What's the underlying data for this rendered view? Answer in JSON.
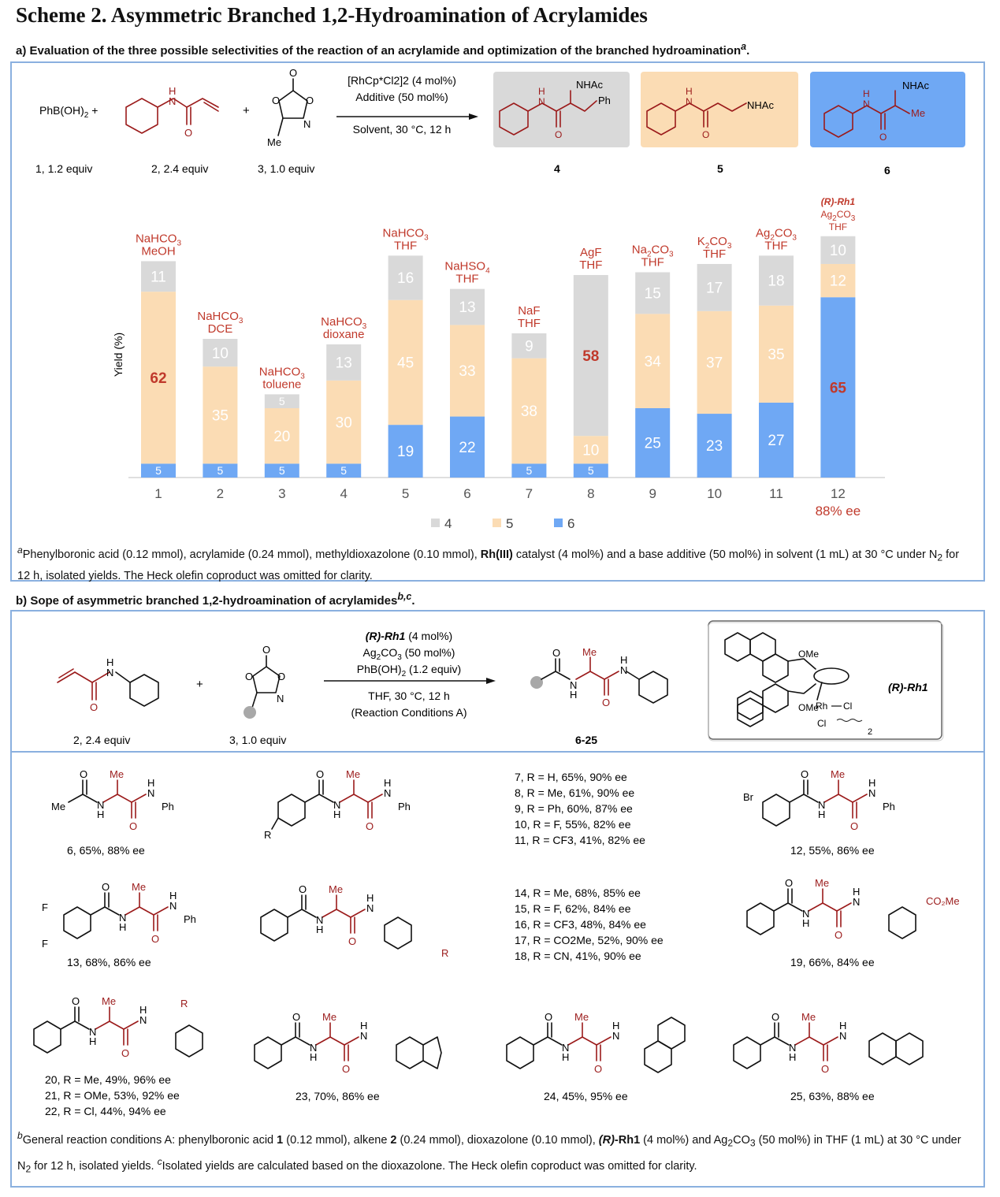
{
  "title": "Scheme 2. Asymmetric Branched 1,2-Hydroamination of Acrylamides",
  "section_a": {
    "label": "a) Evaluation of the three possible selectivities of the reaction of an acrylamide and optimization of the branched hydroamination",
    "sup": "a",
    "reagent1": "PhB(OH)2 +",
    "reagent1_label": "1, 1.2 equiv",
    "reagent2_label": "2, 2.4 equiv",
    "reagent3_label": "3, 1.0 equiv",
    "conditions": [
      "[RhCp*Cl2]2 (4 mol%)",
      "Additive (50 mol%)",
      "Solvent, 30 °C, 12 h"
    ],
    "product_labels": [
      "4",
      "5",
      "6"
    ],
    "footnote": "aPhenylboronic acid (0.12 mmol), acrylamide (0.24 mmol), methyldioxazolone (0.10 mmol), Rh(III) catalyst (4 mol%) and a base additive (50 mol%) in solvent (1 mL) at 30 °C under N2 for 12 h, isolated yields. The Heck olefin coproduct was omitted for clarity."
  },
  "chart_data": {
    "type": "bar",
    "stacked": true,
    "ylabel": "Yield (%)",
    "categories": [
      "1",
      "2",
      "3",
      "4",
      "5",
      "6",
      "7",
      "8",
      "9",
      "10",
      "11",
      "12"
    ],
    "category_notes": [
      "",
      "",
      "",
      "",
      "",
      "",
      "",
      "",
      "",
      "",
      "",
      "88% ee"
    ],
    "conditions": [
      [
        "NaHCO3",
        "MeOH"
      ],
      [
        "NaHCO3",
        "DCE"
      ],
      [
        "NaHCO3",
        "toluene"
      ],
      [
        "NaHCO3",
        "dioxane"
      ],
      [
        "NaHCO3",
        "THF"
      ],
      [
        "NaHSO4",
        "THF"
      ],
      [
        "NaF",
        "THF"
      ],
      [
        "AgF",
        "THF"
      ],
      [
        "Na2CO3",
        "THF"
      ],
      [
        "K2CO3",
        "THF"
      ],
      [
        "Ag2CO3",
        "THF"
      ],
      [
        "(R)-Rh1",
        "Ag2CO3",
        "THF"
      ]
    ],
    "series": [
      {
        "name": "6",
        "color": "#6fa8f4",
        "values": [
          5,
          5,
          5,
          5,
          19,
          22,
          5,
          5,
          25,
          23,
          27,
          65
        ]
      },
      {
        "name": "5",
        "color": "#fbdcb4",
        "values": [
          62,
          35,
          20,
          30,
          45,
          33,
          38,
          10,
          34,
          37,
          35,
          12
        ]
      },
      {
        "name": "4",
        "color": "#d9d9d9",
        "values": [
          11,
          10,
          5,
          13,
          16,
          13,
          9,
          58,
          15,
          17,
          18,
          10
        ]
      }
    ],
    "legend": [
      "4",
      "5",
      "6"
    ],
    "legend_position": "bottom",
    "grid": false
  },
  "section_b": {
    "label": "b) Sope of asymmetric branched 1,2-hydroamination of acrylamides",
    "sup": "b,c",
    "reagent2_label": "2, 2.4 equiv",
    "reagent3_label": "3, 1.0 equiv",
    "conditions": [
      "(R)-Rh1 (4 mol%)",
      "Ag2CO3 (50 mol%)",
      "PhB(OH)2 (1.2 equiv)",
      "THF, 30 °C, 12 h",
      "(Reaction Conditions A)"
    ],
    "product_range": "6-25",
    "catalyst_label": "(R)-Rh1",
    "compounds": [
      {
        "id": "6",
        "text": "6, 65%, 88% ee"
      },
      {
        "id": "7-11",
        "lines": [
          "7,   R = H, 65%, 90% ee",
          "8,   R = Me, 61%, 90% ee",
          "9,   R = Ph, 60%, 87% ee",
          "10, R = F, 55%, 82% ee",
          "11, R = CF3, 41%, 82% ee"
        ]
      },
      {
        "id": "12",
        "text": "12, 55%, 86% ee"
      },
      {
        "id": "13",
        "text": "13, 68%, 86% ee"
      },
      {
        "id": "14-18",
        "lines": [
          "14, R = Me, 68%, 85% ee",
          "15, R = F, 62%, 84% ee",
          "16, R = CF3, 48%, 84% ee",
          "17, R = CO2Me, 52%, 90% ee",
          "18, R = CN, 41%, 90% ee"
        ]
      },
      {
        "id": "19",
        "text": "19, 66%, 84% ee"
      },
      {
        "id": "20-22",
        "lines": [
          "20, R = Me, 49%, 96% ee",
          "21, R = OMe, 53%, 92% ee",
          "22, R = Cl, 44%, 94% ee"
        ]
      },
      {
        "id": "23",
        "text": "23, 70%, 86% ee"
      },
      {
        "id": "24",
        "text": "24, 45%, 95% ee"
      },
      {
        "id": "25",
        "text": "25, 63%, 88% ee"
      }
    ],
    "footnote": "bGeneral reaction conditions A: phenylboronic acid 1 (0.12 mmol), alkene 2 (0.24 mmol), dioxazolone (0.10 mmol), (R)-Rh1 (4 mol%) and Ag2CO3 (50 mol%) in THF (1 mL) at 30 °C under N2 for 12 h, isolated yields. cIsolated yields are calculated based on the dioxazolone. The Heck olefin coproduct was omitted for clarity."
  }
}
